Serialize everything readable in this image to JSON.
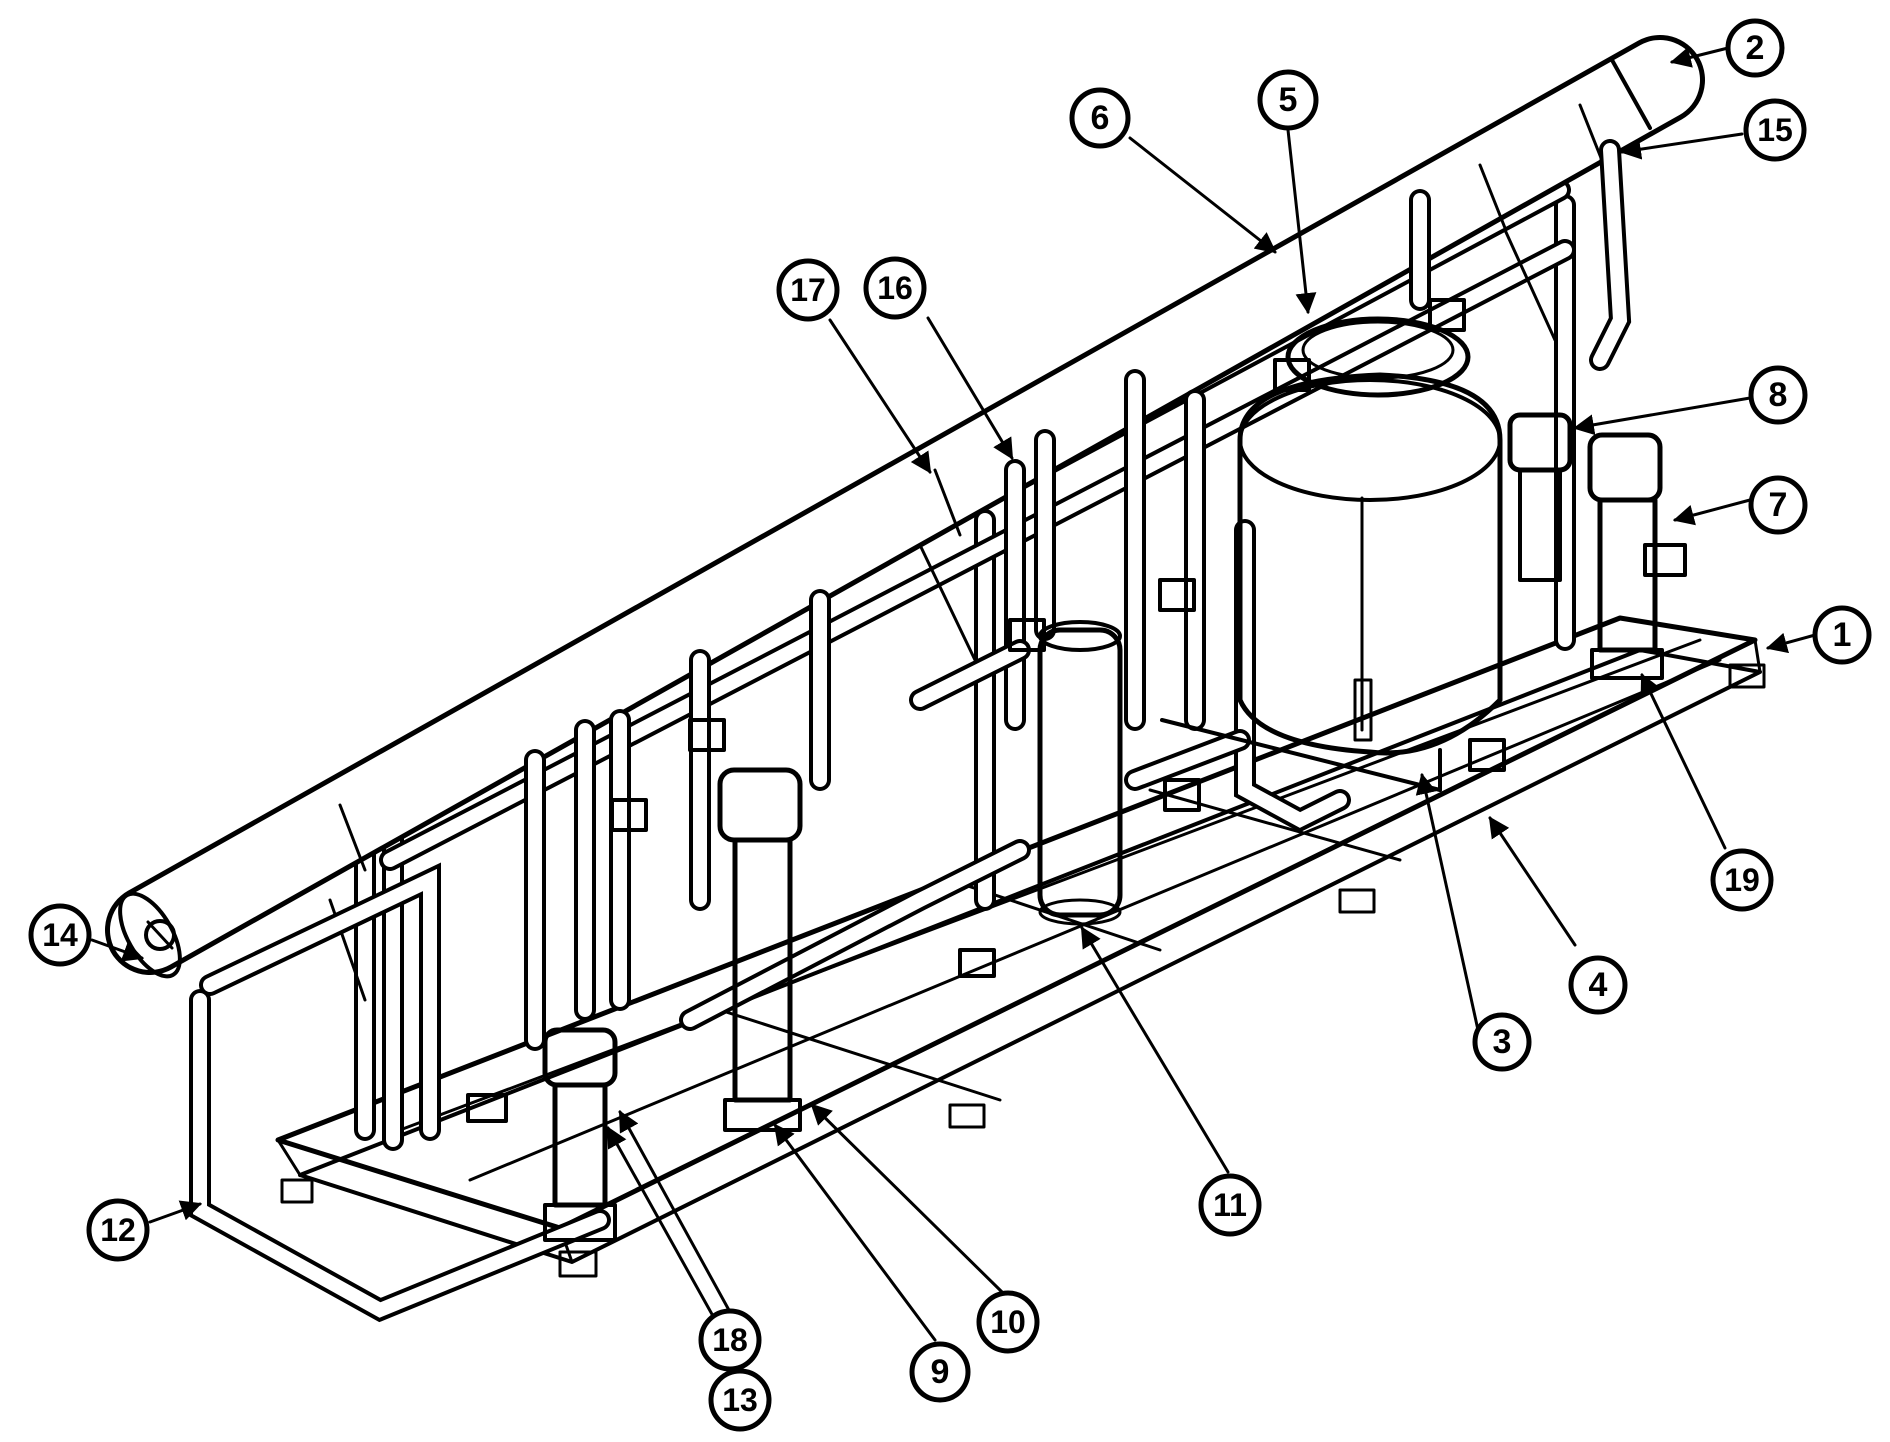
{
  "diagram": {
    "callouts": [
      {
        "id": "c1",
        "label": "1"
      },
      {
        "id": "c2",
        "label": "2"
      },
      {
        "id": "c3",
        "label": "3"
      },
      {
        "id": "c4",
        "label": "4"
      },
      {
        "id": "c5",
        "label": "5"
      },
      {
        "id": "c6",
        "label": "6"
      },
      {
        "id": "c7",
        "label": "7"
      },
      {
        "id": "c8",
        "label": "8"
      },
      {
        "id": "c9",
        "label": "9"
      },
      {
        "id": "c10",
        "label": "10"
      },
      {
        "id": "c11",
        "label": "11"
      },
      {
        "id": "c12",
        "label": "12"
      },
      {
        "id": "c13",
        "label": "13"
      },
      {
        "id": "c14",
        "label": "14"
      },
      {
        "id": "c15",
        "label": "15"
      },
      {
        "id": "c16",
        "label": "16"
      },
      {
        "id": "c17",
        "label": "17"
      },
      {
        "id": "c18",
        "label": "18"
      },
      {
        "id": "c19",
        "label": "19"
      }
    ]
  },
  "colors": {
    "line": "#000000",
    "background": "#ffffff"
  }
}
